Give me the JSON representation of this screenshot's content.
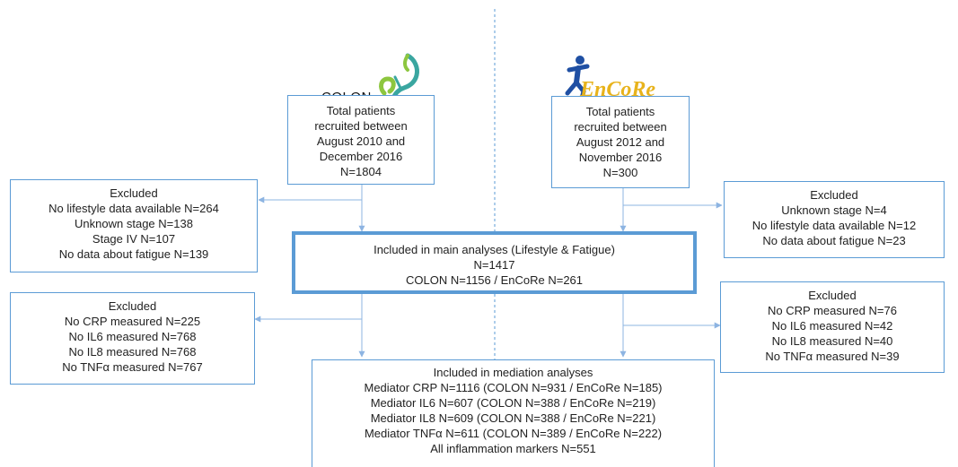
{
  "logos": {
    "colon": {
      "text": "COLON"
    },
    "encore": {
      "text": "EnCoRe"
    }
  },
  "boxes": {
    "colon_total": {
      "lines": [
        "Total patients",
        "recruited between",
        "August 2010 and",
        "December 2016",
        "N=1804"
      ]
    },
    "encore_total": {
      "lines": [
        "Total patients",
        "recruited between",
        "August 2012 and",
        "November 2016",
        "N=300"
      ]
    },
    "colon_excluded_1": {
      "lines": [
        "Excluded",
        "No lifestyle data available N=264",
        "Unknown stage N=138",
        "Stage IV N=107",
        "No data about fatigue N=139"
      ]
    },
    "encore_excluded_1": {
      "lines": [
        "Excluded",
        "Unknown stage N=4",
        "No lifestyle data available N=12",
        "No data about fatigue N=23"
      ]
    },
    "main_analyses": {
      "lines": [
        "Included in main analyses (Lifestyle & Fatigue)",
        "N=1417",
        "COLON N=1156 / EnCoRe N=261"
      ]
    },
    "colon_excluded_2": {
      "lines": [
        "Excluded",
        "No CRP measured N=225",
        "No IL6 measured N=768",
        "No IL8 measured N=768",
        "No TNFα measured N=767"
      ]
    },
    "encore_excluded_2": {
      "lines": [
        "Excluded",
        "No CRP measured N=76",
        "No IL6 measured N=42",
        "No IL8 measured N=40",
        "No TNFα measured N=39"
      ]
    },
    "mediation": {
      "lines": [
        "Included in mediation analyses",
        "Mediator CRP N=1116 (COLON N=931 / EnCoRe N=185)",
        "Mediator IL6 N=607 (COLON N=388 / EnCoRe N=219)",
        "Mediator IL8 N=609 (COLON N=388 / EnCoRe N=221)",
        "Mediator TNFα N=611 (COLON N=389 / EnCoRe N=222)",
        "All inflammation markers N=551"
      ]
    }
  },
  "colors": {
    "box_border": "#5b9bd5",
    "arrow": "#8db4e2",
    "divider": "#5b9bd5",
    "colon_logo_teal": "#3aa6a0",
    "colon_logo_green": "#8dc63f",
    "encore_blue": "#1f4fa3",
    "encore_gold": "#e8b31c"
  }
}
